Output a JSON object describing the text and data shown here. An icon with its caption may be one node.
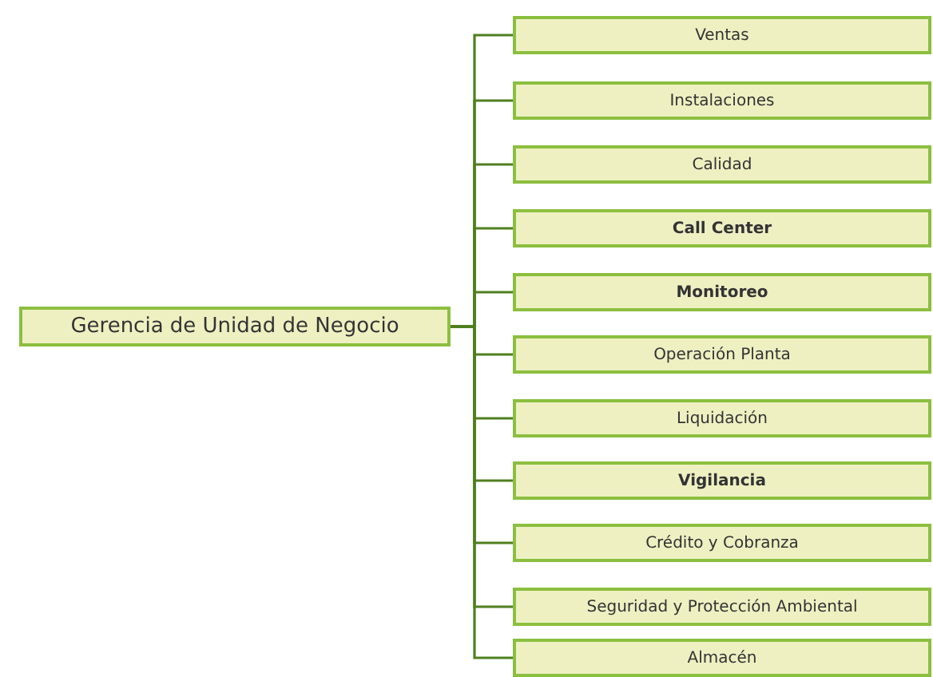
{
  "diagram": {
    "nodes": [
      {
        "text": [
          "Gerencia de Unidad de Negocio"
        ]
      },
      {
        "text": [
          "Ventas"
        ]
      },
      {
        "text": [
          "Instalaciones"
        ]
      },
      {
        "text": [
          "Calidad"
        ]
      },
      {
        "text": [
          "Call Center"
        ]
      },
      {
        "text": [
          "Monitoreo"
        ]
      },
      {
        "text": [
          "Operación Planta"
        ]
      },
      {
        "text": [
          "Liquidación"
        ]
      },
      {
        "text": [
          "Vigilancia"
        ]
      },
      {
        "text": [
          "Crédito y Cobranza"
        ]
      },
      {
        "text": [
          "Seguridad y Protección Ambiental"
        ]
      },
      {
        "text": [
          "Almacén"
        ]
      }
    ],
    "edges": [
      {
        "from": 0,
        "to": 1,
        "arrow": "none"
      },
      {
        "from": 0,
        "to": 2,
        "arrow": "none"
      },
      {
        "from": 0,
        "to": 3,
        "arrow": "none"
      },
      {
        "from": 0,
        "to": 4,
        "arrow": "none"
      },
      {
        "from": 0,
        "to": 5,
        "arrow": "none"
      },
      {
        "from": 0,
        "to": 6,
        "arrow": "none"
      },
      {
        "from": 0,
        "to": 7,
        "arrow": "none"
      },
      {
        "from": 0,
        "to": 8,
        "arrow": "none"
      },
      {
        "from": 0,
        "to": 9,
        "arrow": "none"
      },
      {
        "from": 0,
        "to": 10,
        "arrow": "none"
      },
      {
        "from": 0,
        "to": 11,
        "arrow": "none"
      }
    ]
  }
}
